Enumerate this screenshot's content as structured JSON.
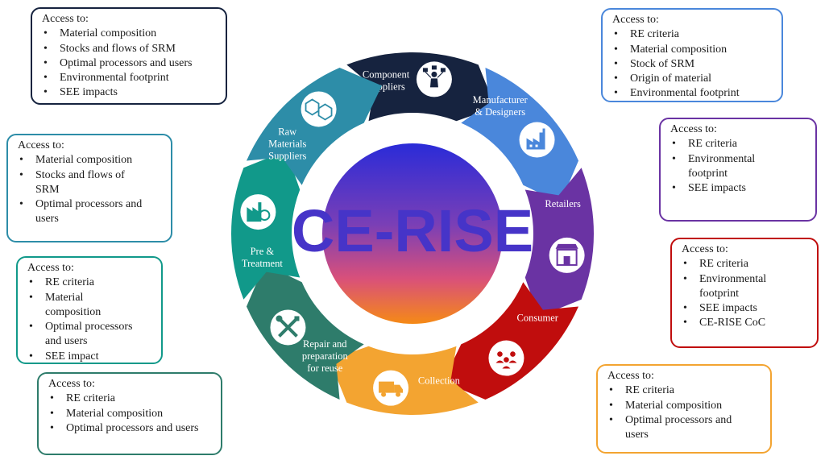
{
  "logo_text": "CE-RISE",
  "stages": [
    {
      "label": [
        "Component",
        "Suppliers"
      ],
      "color": "#16233f",
      "icon": "people-network-icon"
    },
    {
      "label": [
        "Manufacturer",
        "& Designers"
      ],
      "color": "#4a87db",
      "icon": "factory-icon"
    },
    {
      "label": [
        "Retailers"
      ],
      "color": "#6a33a3",
      "icon": "store-icon"
    },
    {
      "label": [
        "Consumer"
      ],
      "color": "#c00d0d",
      "icon": "consumers-icon"
    },
    {
      "label": [
        "Collection"
      ],
      "color": "#f3a431",
      "icon": "truck-icon"
    },
    {
      "label": [
        "Repair and",
        "preparation",
        "for reuse"
      ],
      "color": "#2e7c6b",
      "icon": "tools-icon"
    },
    {
      "label": [
        "Pre &",
        "Treatment"
      ],
      "color": "#11998a",
      "icon": "recycling-plant-icon"
    },
    {
      "label": [
        "Raw",
        "Materials",
        "Suppliers"
      ],
      "color": "#2d8da8",
      "icon": "molecule-icon"
    }
  ],
  "callouts": [
    {
      "id": "component-suppliers",
      "border": "#16233f",
      "heading": "Access to:",
      "items": [
        "Material composition",
        "Stocks and flows of SRM",
        "Optimal processors and users",
        "Environmental footprint",
        "SEE impacts"
      ]
    },
    {
      "id": "manufacturer",
      "border": "#4a87db",
      "heading": "Access to:",
      "items": [
        "RE criteria",
        "Material composition",
        "Stock of SRM",
        "Origin of material",
        "Environmental footprint"
      ]
    },
    {
      "id": "retailers",
      "border": "#6a33a3",
      "heading": "Access to:",
      "items": [
        "RE criteria",
        "Environmental footprint",
        "SEE impacts"
      ]
    },
    {
      "id": "consumer",
      "border": "#c00d0d",
      "heading": "Access to:",
      "items": [
        "RE criteria",
        "Environmental footprint",
        "SEE impacts",
        "CE-RISE CoC"
      ]
    },
    {
      "id": "collection",
      "border": "#f3a431",
      "heading": "Access to:",
      "items": [
        "RE criteria",
        "Material composition",
        "Optimal processors and users"
      ]
    },
    {
      "id": "repair",
      "border": "#2e7c6b",
      "heading": "Access to:",
      "items": [
        "RE criteria",
        "Material composition",
        "Optimal processors and users"
      ]
    },
    {
      "id": "pre-treatment",
      "border": "#11998a",
      "heading": "Access to:",
      "items": [
        "RE criteria",
        "Material composition",
        "Optimal processors and users",
        "SEE impact"
      ]
    },
    {
      "id": "raw-materials",
      "border": "#2d8da8",
      "heading": "Access to:",
      "items": [
        "Material composition",
        "Stocks and flows of SRM",
        "Optimal processors and users"
      ]
    }
  ]
}
